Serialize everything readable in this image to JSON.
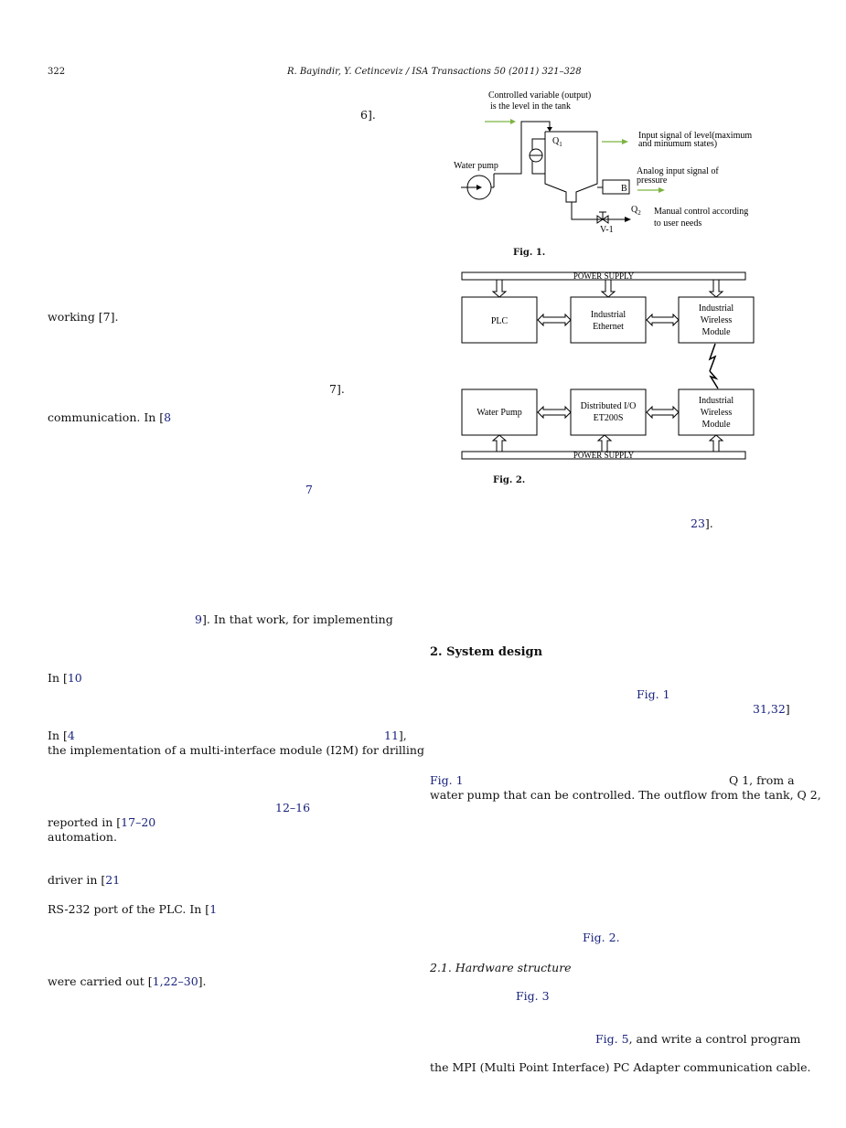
{
  "header": {
    "page_number": "322",
    "running_title": "R. Bayindir, Y. Cetinceviz / ISA Transactions 50 (2011) 321–328"
  },
  "left_column": {
    "f1": "6].",
    "f2": "working [7].",
    "f3": "7].",
    "f4_pre": "communication.  In  [",
    "f4_link": "8",
    "f5": "7",
    "f6_link": "9",
    "f6_post": "].  In  that  work,  for  implementing",
    "f7_pre": "In [",
    "f7_link": "10",
    "f8_pre": "In [",
    "f8_link": "4",
    "f8_right_link": "11",
    "f8_right_post": "],",
    "f9": "the implementation of a multi-interface module (I2M) for drilling",
    "f10_link": "12–16",
    "f11_pre": "reported in [",
    "f11_link": "17–20",
    "f12": "automation.",
    "f13_pre": "driver in [",
    "f13_link": "21",
    "f14_pre": "RS-232 port of the PLC. In [",
    "f14_link": "1",
    "f15_pre": "were carried out [",
    "f15_link": "1,22–30",
    "f15_post": "]."
  },
  "right_column": {
    "fig1": {
      "caption": "Fig. 1.",
      "label_controlled": "Controlled variable (output)",
      "label_controlled2": "is the level in the tank",
      "label_q1": "Q",
      "label_q1_sub": "1",
      "label_water_pump": "Water pump",
      "label_input_level": "Input signal of level(maximum",
      "label_input_level2": "and minumum states)",
      "label_analog": "Analog input signal of",
      "label_analog2": "pressure",
      "label_b": "B",
      "label_q2": "Q",
      "label_q2_sub": "2",
      "label_manual": "Manual control according",
      "label_manual2": "to user needs",
      "label_v1": "V-1"
    },
    "fig2": {
      "caption": "Fig. 2.",
      "power_top": "POWER SUPPLY",
      "power_bottom": "POWER SUPPLY",
      "plc": "PLC",
      "ind_eth_1": "Industrial",
      "ind_eth_2": "Ethernet",
      "iwm_top_1": "Industrial",
      "iwm_top_2": "Wireless",
      "iwm_top_3": "Module",
      "water_pump": "Water Pump",
      "dio_1": "Distributed I/O",
      "dio_2": "ET200S",
      "iwm_bot_1": "Industrial",
      "iwm_bot_2": "Wireless",
      "iwm_bot_3": "Module"
    },
    "r1_link": "23",
    "r1_post": "].",
    "section_title": "2.  System design",
    "r2_link": "Fig. 1",
    "r3_link": "31,32",
    "r3_post": "]",
    "r4_link": "Fig. 1",
    "r4_right": "Q 1, from a",
    "r5": "water pump that can be controlled. The outflow from the tank, Q 2,",
    "r6_link": "Fig. 2.",
    "subsection_title": "2.1.  Hardware structure",
    "r7_link": "Fig. 3",
    "r8_link": "Fig. 5",
    "r8_post": ", and write a control program",
    "r9": "the MPI (Multi Point Interface) PC Adapter communication cable."
  },
  "colors": {
    "link": "#1a237e",
    "arrow_green": "#7cb342"
  }
}
